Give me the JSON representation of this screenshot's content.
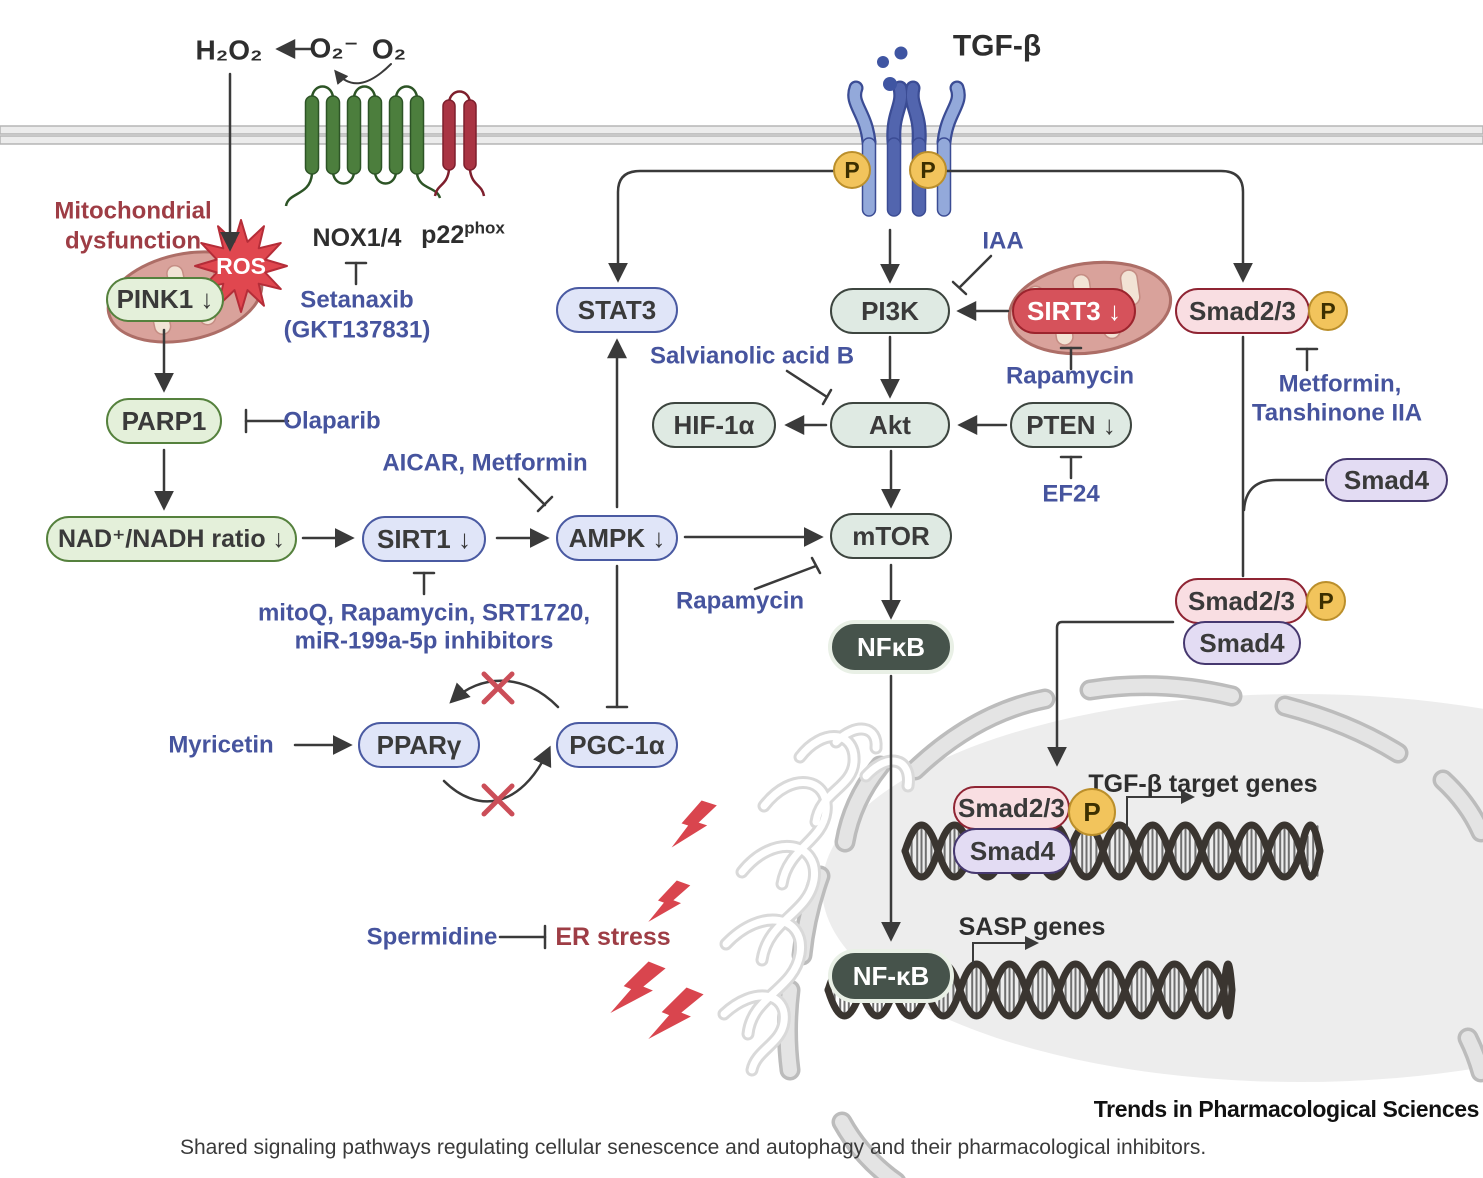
{
  "chem": {
    "h2o2": "H₂O₂",
    "o2_radical": "O₂⁻",
    "o2": "O₂",
    "tgfb": "TGF-β",
    "nox": "NOX1/4",
    "p22_base": "p22",
    "p22_sup": "phox",
    "ros": "ROS"
  },
  "nodes": {
    "pink1": "PINK1 ↓",
    "parp1": "PARP1",
    "nad_ratio": "NAD⁺/NADH ratio ↓",
    "sirt1": "SIRT1 ↓",
    "stat3": "STAT3",
    "ampk": "AMPK ↓",
    "pi3k": "PI3K",
    "sirt3": "SIRT3 ↓",
    "smad23": "Smad2/3",
    "smad4": "Smad4",
    "p": "P",
    "hif1a": "HIF-1α",
    "akt": "Akt",
    "pten": "PTEN ↓",
    "mtor": "mTOR",
    "nfkb_cyto": "NFκB",
    "nfkb_nuc": "NF-κB",
    "pparg": "PPARγ",
    "pgc1a": "PGC-1α"
  },
  "inhibitors": {
    "setanaxib_1": "Setanaxib",
    "setanaxib_2": "(GKT137831)",
    "olaparib": "Olaparib",
    "aicar_metformin": "AICAR, Metformin",
    "sirt1_inh_1": "mitoQ, Rapamycin, SRT1720,",
    "sirt1_inh_2": "miR-199a-5p inhibitors",
    "salvianolic_acid_b": "Salvianolic acid B",
    "iaa": "IAA",
    "rapamycin_sirt3": "Rapamycin",
    "ef24": "EF24",
    "rapamycin_mtor": "Rapamycin",
    "metformin": "Metformin,",
    "tanshinone": "Tanshinone IIA",
    "myricetin": "Myricetin",
    "spermidine": "Spermidine"
  },
  "annotations": {
    "mito_dys_1": "Mitochondrial",
    "mito_dys_2": "dysfunction",
    "er_stress": "ER stress",
    "tgfb_target_genes": "TGF-β  target genes",
    "sasp_genes": "SASP genes"
  },
  "footer": {
    "journal": "Trends in Pharmacological Sciences",
    "caption": "Shared signaling pathways regulating cellular senescence and autophagy and their pharmacological inhibitors."
  },
  "colors": {
    "inhibitor_text": "#46549e",
    "danger_text": "#9e3d45",
    "green_node": "#e4f0da",
    "blue_node": "#e0e5f8",
    "teal_node": "#dfeae3",
    "red_node": "#d6525b",
    "dark_node": "#46534b",
    "pink_node": "#f9dee2",
    "purple_node": "#e3dcf3",
    "phospho_badge": "#f2c45c",
    "ros_red": "#e0474f",
    "arrow": "#3a3a3a",
    "nucleus_fill": "#ededed"
  },
  "icons": [
    "mitochondrion",
    "ros-burst",
    "dna-helix",
    "nucleus",
    "nuclear-envelope",
    "endoplasmic-reticulum",
    "lightning-bolt",
    "plasma-membrane",
    "tgfb-receptor",
    "nox1-4-channel",
    "p22phox-channel",
    "phospho-badge",
    "red-x",
    "inhibition-bar",
    "activation-arrow"
  ]
}
